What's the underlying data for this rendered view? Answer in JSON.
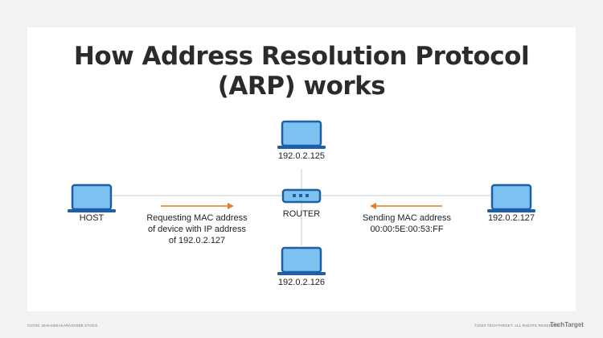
{
  "title": {
    "line1": "How Address Resolution Protocol",
    "line2": "(ARP) works"
  },
  "nodes": {
    "host": {
      "label": "HOST",
      "icon": "laptop-icon"
    },
    "top": {
      "label": "192.0.2.125",
      "icon": "laptop-icon"
    },
    "bottom": {
      "label": "192.0.2.126",
      "icon": "laptop-icon"
    },
    "right": {
      "label": "192.0.2.127",
      "icon": "laptop-icon"
    },
    "router": {
      "label": "ROUTER",
      "icon": "router-icon"
    }
  },
  "messages": {
    "request": {
      "line1": "Requesting MAC address",
      "line2": "of device with IP address",
      "line3": "of 192.0.2.127",
      "direction": "host-to-router"
    },
    "response": {
      "line1": "Sending MAC address",
      "line2": "00:00:5E:00:53:FF",
      "direction": "right-device-to-router"
    }
  },
  "footer": {
    "left_credit": "ICONS: MAKSIMIAKAN/ADOBE STOCK",
    "right_credit": "©2023 TECHTARGET. ALL RIGHTS RESERVED",
    "brand": "TechTarget"
  },
  "colors": {
    "background": "#f1f2f2",
    "card": "#ffffff",
    "laptop_fill": "#7cc1f0",
    "laptop_stroke": "#1f5fa8",
    "arrow": "#e07b29",
    "connector": "#c8c8c8",
    "title": "#2b2b2b"
  }
}
